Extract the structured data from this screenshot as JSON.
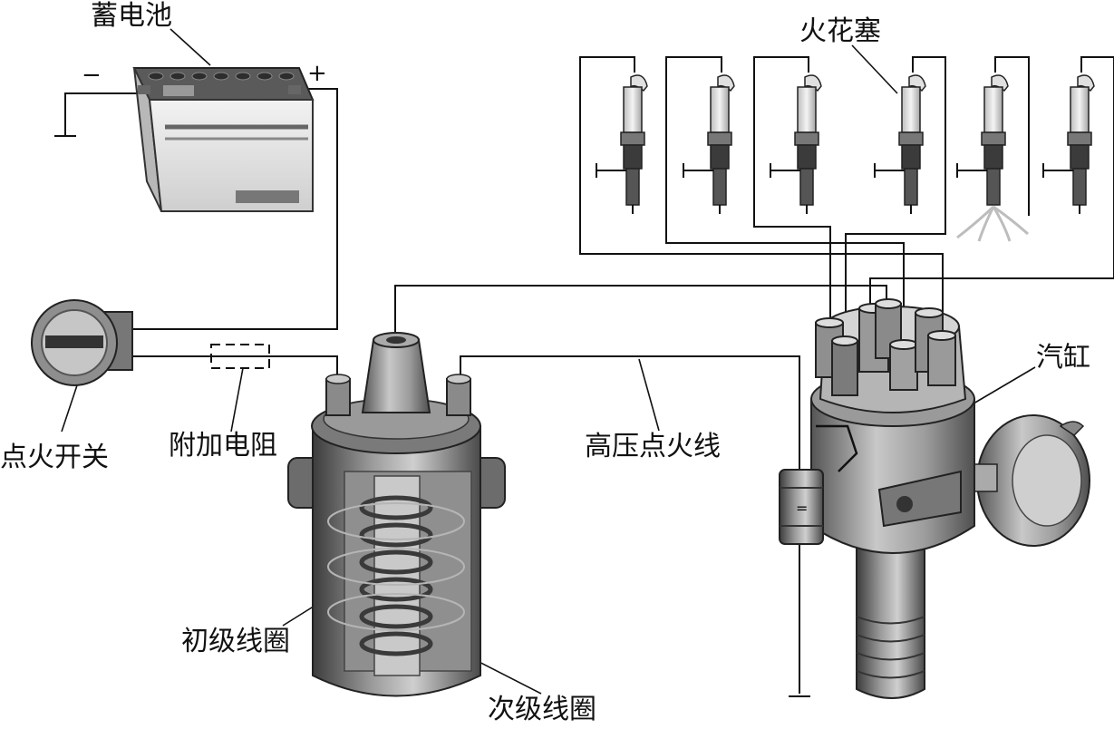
{
  "labels": {
    "battery": "蓄电池",
    "battery_minus": "−",
    "battery_plus": "+",
    "ignition_switch": "点火开关",
    "extra_resistor": "附加电阻",
    "primary_coil": "初级线圈",
    "secondary_coil": "次级线圈",
    "hv_lead": "高压点火线",
    "spark_plug": "火花塞",
    "distributor": "汽缸"
  },
  "colors": {
    "line": "#111111",
    "metal_dark": "#4a4a4a",
    "metal_mid": "#8a8a8a",
    "metal_light": "#cfcfcf",
    "insulator": "#e6e6e6"
  }
}
